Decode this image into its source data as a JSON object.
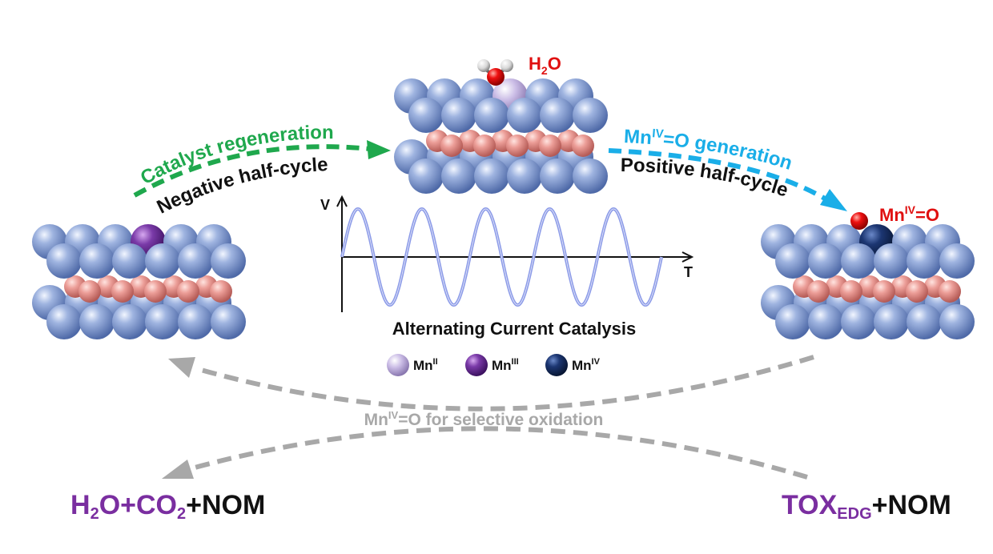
{
  "water_label": {
    "main": "H",
    "sub": "2",
    "end": "O"
  },
  "mno_label": {
    "main": "Mn",
    "sup": "IV",
    "end": "=O"
  },
  "left_arc": {
    "top": "Catalyst regeneration",
    "bottom": "Negative half-cycle"
  },
  "right_arc": {
    "top_main": "Mn",
    "top_sup": "IV",
    "top_end": "=O generation",
    "bottom": "Positive half-cycle"
  },
  "wave": {
    "ylabel": "V",
    "xlabel": "T",
    "caption": "Alternating Current Catalysis",
    "cycles": 5
  },
  "legend": [
    {
      "main": "Mn",
      "sup": "II",
      "color": "#c8b8e0"
    },
    {
      "main": "Mn",
      "sup": "III",
      "color": "#7a3aa8"
    },
    {
      "main": "Mn",
      "sup": "IV",
      "color": "#142a5a"
    }
  ],
  "gray_arc": {
    "main": "Mn",
    "sup": "IV",
    "end": "=O for selective oxidation"
  },
  "products_left": {
    "p1": "H",
    "s1": "2",
    "p2": "O+CO",
    "s2": "2",
    "p3": "+NOM"
  },
  "products_right": {
    "p1": "TOX",
    "s1": "EDG",
    "p2": "+NOM"
  },
  "colors": {
    "sphere": "#8ea6d6",
    "under": "#e89a96",
    "green": "#1fa84d",
    "cyan": "#1aaee8",
    "gray": "#a8a8a8",
    "purple": "#7a2ea0",
    "red": "#e01010",
    "wave": "#8c9be8",
    "mn2": "#c8b8e0",
    "mn3": "#7a3aa8",
    "mn4": "#142a5a"
  }
}
